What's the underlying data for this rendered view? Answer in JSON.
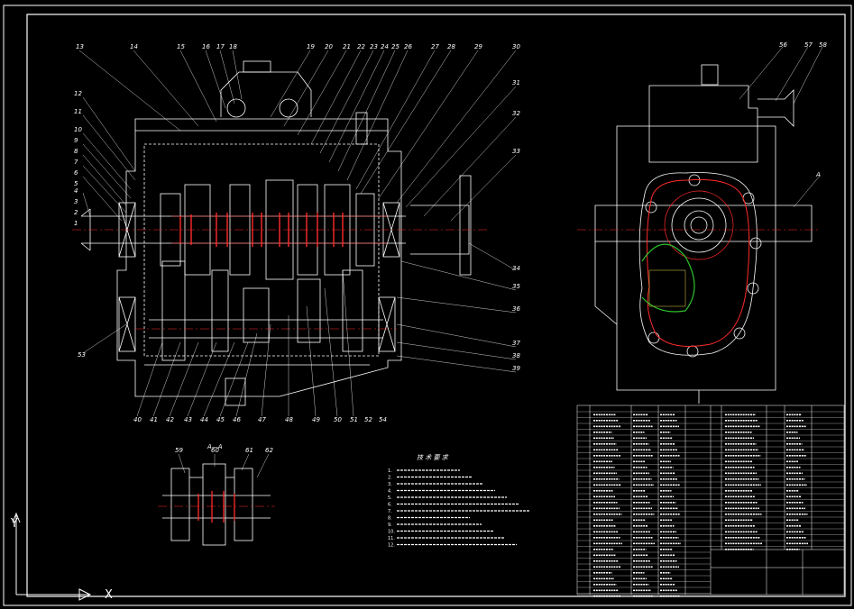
{
  "drawing": {
    "section_title": "A—A",
    "notes_title": "技 术 要 求",
    "notes": [
      "1.",
      "2.",
      "3.",
      "4.",
      "5.",
      "6.",
      "7.",
      "8.",
      "9.",
      "10.",
      "11.",
      "12."
    ],
    "ucs": {
      "x_axis": "X",
      "y_axis": "Y"
    },
    "main_callouts": [
      "13",
      "14",
      "15",
      "16",
      "17",
      "18",
      "19",
      "20",
      "21",
      "22",
      "23",
      "24",
      "25",
      "26",
      "27",
      "28",
      "29",
      "30",
      "31",
      "32",
      "33",
      "34",
      "35",
      "36",
      "37",
      "38",
      "39",
      "40",
      "41",
      "42",
      "43",
      "44",
      "45",
      "46",
      "47",
      "48",
      "49",
      "50",
      "51",
      "52",
      "53",
      "54"
    ],
    "left_callouts": [
      "12",
      "11",
      "10",
      "9",
      "8",
      "7",
      "6",
      "5",
      "4",
      "3",
      "2",
      "1"
    ],
    "side_callouts": [
      "56",
      "57",
      "58"
    ],
    "side_label": "A",
    "section_callouts": [
      "59",
      "60",
      "61",
      "62"
    ],
    "colors": {
      "background": "#000000",
      "line": "#ffffff",
      "section_red": "#ff2a2a",
      "gear_green": "#2ec22e",
      "hatch": "#e8d84a"
    }
  }
}
